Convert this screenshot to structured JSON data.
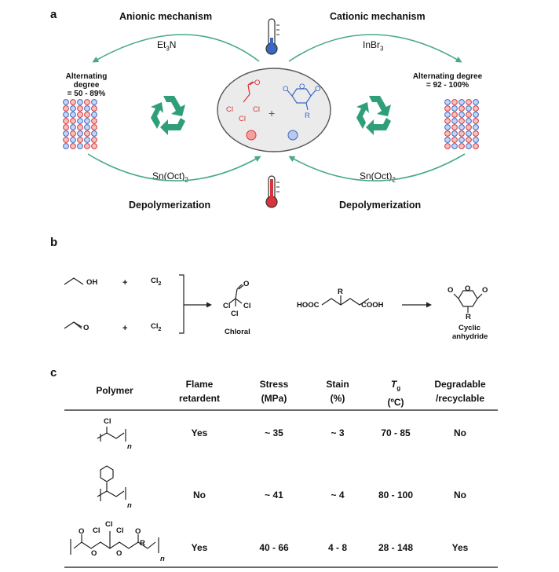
{
  "panel_a": {
    "label": "a",
    "left": {
      "title": "Anionic mechanism",
      "reagent_base": "Et",
      "reagent_sub": "3",
      "reagent_tail": "N",
      "alt_line1": "Alternating degree",
      "alt_line2": "= 50 - 89%"
    },
    "right": {
      "title": "Cationic mechanism",
      "reagent_base": "InBr",
      "reagent_sub": "3",
      "alt_line1": "Alternating degree",
      "alt_line2": "= 92 - 100%"
    },
    "depoly_left": {
      "reagent_base": "Sn(Oct)",
      "reagent_sub": "2",
      "title": "Depolymerization"
    },
    "depoly_right": {
      "reagent_base": "Sn(Oct)",
      "reagent_sub": "2",
      "title": "Depolymerization"
    },
    "center": {
      "chloral_labels": [
        "Cl",
        "Cl",
        "Cl",
        "O"
      ],
      "plus": "+",
      "anhydride_labels": [
        "O",
        "O",
        "O",
        "R"
      ]
    },
    "colors": {
      "red": "#d9343a",
      "blue": "#3a66c4",
      "green": "#2f9e7a",
      "grey_bg": "#ebebeb",
      "arrow_green": "#4aa88a"
    }
  },
  "panel_b": {
    "label": "b",
    "ethanol_oh": "OH",
    "aldehyde_o": "O",
    "plus": "+",
    "cl2_base": "Cl",
    "cl2_sub": "2",
    "chloral_caption": "Chloral",
    "chloral_labels": [
      "O",
      "Cl",
      "Cl",
      "Cl"
    ],
    "diacid_left": "HOOC",
    "diacid_right": "COOH",
    "diacid_r": "R",
    "anhydride_labels": [
      "O",
      "O",
      "O",
      "R"
    ],
    "anhydride_caption_1": "Cyclic",
    "anhydride_caption_2": "anhydride"
  },
  "panel_c": {
    "label": "c",
    "headers": {
      "polymer": "Polymer",
      "flame_1": "Flame",
      "flame_2": "retardent",
      "stress_1": "Stress",
      "stress_2": "(MPa)",
      "stain_1": "Stain",
      "stain_2": "(%)",
      "tg_1_base": "T",
      "tg_1_sub": "g",
      "tg_2": "(ºC)",
      "degr_1": "Degradable",
      "degr_2": "/recyclable"
    },
    "rows": [
      {
        "flame": "Yes",
        "stress": "~ 35",
        "stain": "~ 3",
        "tg": "70 - 85",
        "degradable": "No",
        "struct_labels": [
          "Cl",
          "n"
        ]
      },
      {
        "flame": "No",
        "stress": "~ 41",
        "stain": "~ 4",
        "tg": "80 - 100",
        "degradable": "No",
        "struct_labels": [
          "n"
        ]
      },
      {
        "flame": "Yes",
        "stress": "40 - 66",
        "stain": "4 - 8",
        "tg": "28 - 148",
        "degradable": "Yes",
        "struct_labels": [
          "Cl",
          "Cl",
          "Cl",
          "O",
          "O",
          "O",
          "O",
          "R",
          "n"
        ]
      }
    ]
  }
}
